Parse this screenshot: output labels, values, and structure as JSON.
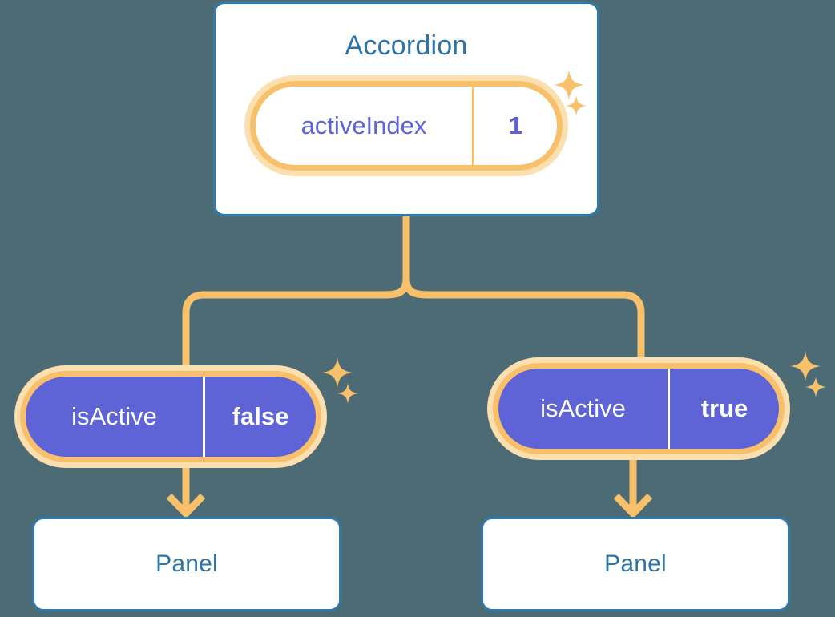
{
  "canvas": {
    "background": "#4d6b74",
    "accent_amber": "#f8c06a",
    "accent_amber_soft": "#fbdfae",
    "accent_indigo": "#5e63d6",
    "accent_blue": "#2e7aae"
  },
  "root_component": {
    "title": "Accordion",
    "state": {
      "key": "activeIndex",
      "value": "1"
    }
  },
  "children": [
    {
      "prop": {
        "key": "isActive",
        "value": "false"
      },
      "component": {
        "title": "Panel"
      }
    },
    {
      "prop": {
        "key": "isActive",
        "value": "true"
      },
      "component": {
        "title": "Panel"
      }
    }
  ],
  "decorations": {
    "sparkle_icon": "four-point-star",
    "sparkle_groups": 3
  }
}
